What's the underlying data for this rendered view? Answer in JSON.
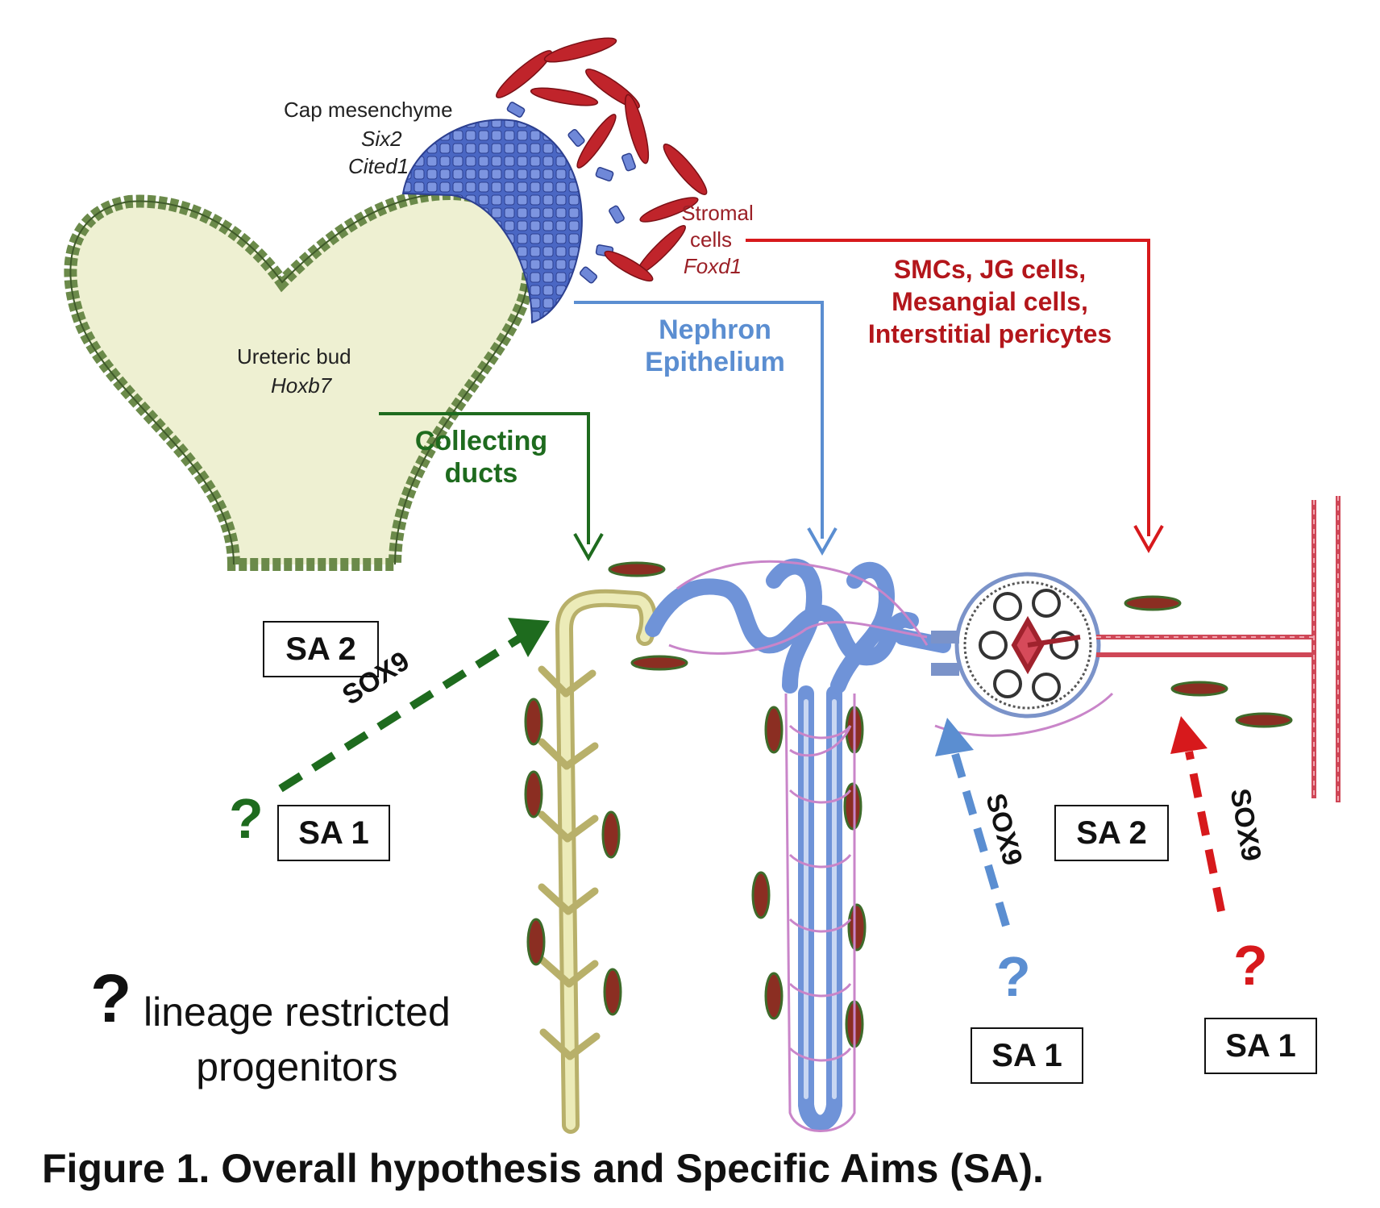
{
  "labels": {
    "cap_mesenchyme": "Cap mesenchyme",
    "cap_gene1": "Six2",
    "cap_gene2": "Cited1",
    "stromal_line1": "Stromal",
    "stromal_line2": "cells",
    "stromal_gene": "Foxd1",
    "ureteric_bud": "Ureteric bud",
    "ureteric_gene": "Hoxb7",
    "collecting_line1": "Collecting",
    "collecting_line2": "ducts",
    "nephron_line1": "Nephron",
    "nephron_line2": "Epithelium",
    "red_line1": "SMCs, JG cells,",
    "red_line2": "Mesangial cells,",
    "red_line3": "Interstitial pericytes"
  },
  "aims": {
    "sa2_left": "SA 2",
    "sa1_left": "SA 1",
    "sa2_right": "SA 2",
    "sa1_blue": "SA 1",
    "sa1_red": "SA 1"
  },
  "markers": {
    "sox9_green": "SOX9",
    "sox9_blue": "SOX9",
    "sox9_red": "SOX9",
    "q_green": "?",
    "q_blue": "?",
    "q_red": "?"
  },
  "legend": {
    "symbol": "?",
    "line1": "lineage restricted",
    "line2": "progenitors"
  },
  "caption": "Figure 1. Overall hypothesis and Specific Aims (SA).",
  "colors": {
    "green": "#1e6b1e",
    "blue": "#5b8ed1",
    "red": "#d7191c",
    "stromal": "#c0242b",
    "mesenchyme": "#4a67c4",
    "bud_fill": "#eef0d2",
    "bud_border": "#6b8a4a"
  }
}
